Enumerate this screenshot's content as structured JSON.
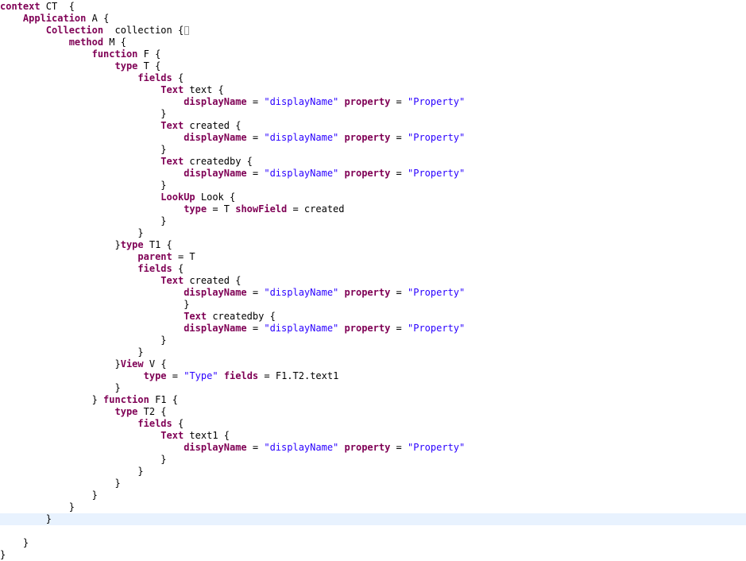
{
  "editor": {
    "current_line_color": "#e8f2fe",
    "keyword_color": "#7f0055",
    "string_color": "#2a00ff",
    "lines": [
      {
        "indent": "",
        "tokens": [
          {
            "t": "context",
            "k": "kw"
          },
          {
            "t": " CT  {",
            "k": "plain"
          }
        ]
      },
      {
        "indent": "    ",
        "tokens": [
          {
            "t": "Application",
            "k": "kw"
          },
          {
            "t": " A {",
            "k": "plain"
          }
        ]
      },
      {
        "indent": "        ",
        "tokens": [
          {
            "t": "Collection",
            "k": "kw"
          },
          {
            "t": "  collection {",
            "k": "plain"
          }
        ],
        "caret": true
      },
      {
        "indent": "            ",
        "tokens": [
          {
            "t": "method",
            "k": "kw"
          },
          {
            "t": " M {",
            "k": "plain"
          }
        ]
      },
      {
        "indent": "                ",
        "tokens": [
          {
            "t": "function",
            "k": "kw"
          },
          {
            "t": " F {",
            "k": "plain"
          }
        ]
      },
      {
        "indent": "                    ",
        "tokens": [
          {
            "t": "type",
            "k": "kw"
          },
          {
            "t": " T {",
            "k": "plain"
          }
        ]
      },
      {
        "indent": "                        ",
        "tokens": [
          {
            "t": "fields",
            "k": "kw"
          },
          {
            "t": " {",
            "k": "plain"
          }
        ]
      },
      {
        "indent": "                            ",
        "tokens": [
          {
            "t": "Text",
            "k": "kw"
          },
          {
            "t": " text {",
            "k": "plain"
          }
        ]
      },
      {
        "indent": "                                ",
        "tokens": [
          {
            "t": "displayName",
            "k": "kw"
          },
          {
            "t": " = ",
            "k": "plain"
          },
          {
            "t": "\"displayName\"",
            "k": "str"
          },
          {
            "t": " ",
            "k": "plain"
          },
          {
            "t": "property",
            "k": "kw"
          },
          {
            "t": " = ",
            "k": "plain"
          },
          {
            "t": "\"Property\"",
            "k": "str"
          }
        ]
      },
      {
        "indent": "                            ",
        "tokens": [
          {
            "t": "}",
            "k": "plain"
          }
        ]
      },
      {
        "indent": "                            ",
        "tokens": [
          {
            "t": "Text",
            "k": "kw"
          },
          {
            "t": " created {",
            "k": "plain"
          }
        ]
      },
      {
        "indent": "                                ",
        "tokens": [
          {
            "t": "displayName",
            "k": "kw"
          },
          {
            "t": " = ",
            "k": "plain"
          },
          {
            "t": "\"displayName\"",
            "k": "str"
          },
          {
            "t": " ",
            "k": "plain"
          },
          {
            "t": "property",
            "k": "kw"
          },
          {
            "t": " = ",
            "k": "plain"
          },
          {
            "t": "\"Property\"",
            "k": "str"
          }
        ]
      },
      {
        "indent": "                            ",
        "tokens": [
          {
            "t": "}",
            "k": "plain"
          }
        ]
      },
      {
        "indent": "                            ",
        "tokens": [
          {
            "t": "Text",
            "k": "kw"
          },
          {
            "t": " createdby {",
            "k": "plain"
          }
        ]
      },
      {
        "indent": "                                ",
        "tokens": [
          {
            "t": "displayName",
            "k": "kw"
          },
          {
            "t": " = ",
            "k": "plain"
          },
          {
            "t": "\"displayName\"",
            "k": "str"
          },
          {
            "t": " ",
            "k": "plain"
          },
          {
            "t": "property",
            "k": "kw"
          },
          {
            "t": " = ",
            "k": "plain"
          },
          {
            "t": "\"Property\"",
            "k": "str"
          }
        ]
      },
      {
        "indent": "                            ",
        "tokens": [
          {
            "t": "}",
            "k": "plain"
          }
        ]
      },
      {
        "indent": "                            ",
        "tokens": [
          {
            "t": "LookUp",
            "k": "kw"
          },
          {
            "t": " Look {",
            "k": "plain"
          }
        ]
      },
      {
        "indent": "                                ",
        "tokens": [
          {
            "t": "type",
            "k": "kw"
          },
          {
            "t": " = T ",
            "k": "plain"
          },
          {
            "t": "showField",
            "k": "kw"
          },
          {
            "t": " = created",
            "k": "plain"
          }
        ]
      },
      {
        "indent": "                            ",
        "tokens": [
          {
            "t": "}",
            "k": "plain"
          }
        ]
      },
      {
        "indent": "                        ",
        "tokens": [
          {
            "t": "}",
            "k": "plain"
          }
        ]
      },
      {
        "indent": "                    ",
        "tokens": [
          {
            "t": "}",
            "k": "plain"
          },
          {
            "t": "type",
            "k": "kw"
          },
          {
            "t": " T1 {",
            "k": "plain"
          }
        ]
      },
      {
        "indent": "                        ",
        "tokens": [
          {
            "t": "parent",
            "k": "kw"
          },
          {
            "t": " = T",
            "k": "plain"
          }
        ]
      },
      {
        "indent": "                        ",
        "tokens": [
          {
            "t": "fields",
            "k": "kw"
          },
          {
            "t": " {",
            "k": "plain"
          }
        ]
      },
      {
        "indent": "                            ",
        "tokens": [
          {
            "t": "Text",
            "k": "kw"
          },
          {
            "t": " created {",
            "k": "plain"
          }
        ]
      },
      {
        "indent": "                                ",
        "tokens": [
          {
            "t": "displayName",
            "k": "kw"
          },
          {
            "t": " = ",
            "k": "plain"
          },
          {
            "t": "\"displayName\"",
            "k": "str"
          },
          {
            "t": " ",
            "k": "plain"
          },
          {
            "t": "property",
            "k": "kw"
          },
          {
            "t": " = ",
            "k": "plain"
          },
          {
            "t": "\"Property\"",
            "k": "str"
          }
        ]
      },
      {
        "indent": "                                ",
        "tokens": [
          {
            "t": "}",
            "k": "plain"
          }
        ]
      },
      {
        "indent": "                                ",
        "tokens": [
          {
            "t": "Text",
            "k": "kw"
          },
          {
            "t": " createdby {",
            "k": "plain"
          }
        ]
      },
      {
        "indent": "                                ",
        "tokens": [
          {
            "t": "displayName",
            "k": "kw"
          },
          {
            "t": " = ",
            "k": "plain"
          },
          {
            "t": "\"displayName\"",
            "k": "str"
          },
          {
            "t": " ",
            "k": "plain"
          },
          {
            "t": "property",
            "k": "kw"
          },
          {
            "t": " = ",
            "k": "plain"
          },
          {
            "t": "\"Property\"",
            "k": "str"
          }
        ]
      },
      {
        "indent": "                            ",
        "tokens": [
          {
            "t": "}",
            "k": "plain"
          }
        ]
      },
      {
        "indent": "                        ",
        "tokens": [
          {
            "t": "}",
            "k": "plain"
          }
        ]
      },
      {
        "indent": "                    ",
        "tokens": [
          {
            "t": "}",
            "k": "plain"
          },
          {
            "t": "View",
            "k": "kw"
          },
          {
            "t": " V {",
            "k": "plain"
          }
        ]
      },
      {
        "indent": "                         ",
        "tokens": [
          {
            "t": "type",
            "k": "kw"
          },
          {
            "t": " = ",
            "k": "plain"
          },
          {
            "t": "\"Type\"",
            "k": "str"
          },
          {
            "t": " ",
            "k": "plain"
          },
          {
            "t": "fields",
            "k": "kw"
          },
          {
            "t": " = F1.T2.text1",
            "k": "plain"
          }
        ]
      },
      {
        "indent": "                    ",
        "tokens": [
          {
            "t": "}",
            "k": "plain"
          }
        ]
      },
      {
        "indent": "                ",
        "tokens": [
          {
            "t": "} ",
            "k": "plain"
          },
          {
            "t": "function",
            "k": "kw"
          },
          {
            "t": " F1 {",
            "k": "plain"
          }
        ]
      },
      {
        "indent": "                    ",
        "tokens": [
          {
            "t": "type",
            "k": "kw"
          },
          {
            "t": " T2 {",
            "k": "plain"
          }
        ]
      },
      {
        "indent": "                        ",
        "tokens": [
          {
            "t": "fields",
            "k": "kw"
          },
          {
            "t": " {",
            "k": "plain"
          }
        ]
      },
      {
        "indent": "                            ",
        "tokens": [
          {
            "t": "Text",
            "k": "kw"
          },
          {
            "t": " text1 {",
            "k": "plain"
          }
        ]
      },
      {
        "indent": "                                ",
        "tokens": [
          {
            "t": "displayName",
            "k": "kw"
          },
          {
            "t": " = ",
            "k": "plain"
          },
          {
            "t": "\"displayName\"",
            "k": "str"
          },
          {
            "t": " ",
            "k": "plain"
          },
          {
            "t": "property",
            "k": "kw"
          },
          {
            "t": " = ",
            "k": "plain"
          },
          {
            "t": "\"Property\"",
            "k": "str"
          }
        ]
      },
      {
        "indent": "                            ",
        "tokens": [
          {
            "t": "}",
            "k": "plain"
          }
        ]
      },
      {
        "indent": "                        ",
        "tokens": [
          {
            "t": "}",
            "k": "plain"
          }
        ]
      },
      {
        "indent": "                    ",
        "tokens": [
          {
            "t": "}",
            "k": "plain"
          }
        ]
      },
      {
        "indent": "                ",
        "tokens": [
          {
            "t": "}",
            "k": "plain"
          }
        ]
      },
      {
        "indent": "            ",
        "tokens": [
          {
            "t": "}",
            "k": "plain"
          }
        ]
      },
      {
        "indent": "        ",
        "tokens": [
          {
            "t": "}",
            "k": "plain"
          }
        ],
        "current": true
      },
      {
        "indent": "",
        "tokens": []
      },
      {
        "indent": "    ",
        "tokens": [
          {
            "t": "}",
            "k": "plain"
          }
        ]
      },
      {
        "indent": "",
        "tokens": [
          {
            "t": "}",
            "k": "plain"
          }
        ]
      }
    ]
  }
}
